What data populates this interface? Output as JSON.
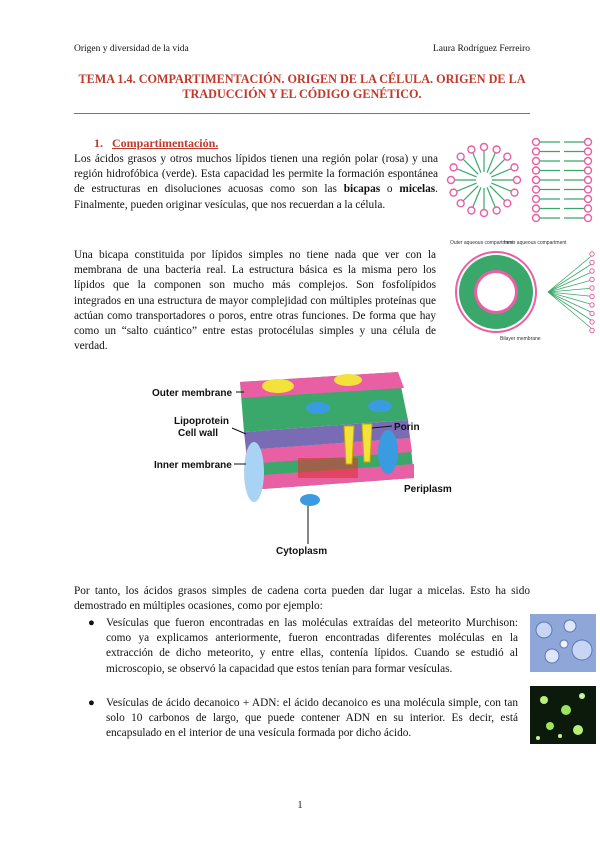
{
  "header": {
    "left": "Origen y diversidad de la vida",
    "right": "Laura Rodríguez Ferreiro"
  },
  "title": "TEMA 1.4. COMPARTIMENTACIÓN. ORIGEN DE LA CÉLULA. ORIGEN DE LA TRADUCCIÓN Y EL CÓDIGO GENÉTICO.",
  "section": {
    "number": "1.",
    "label": "Compartimentación."
  },
  "para1": {
    "before": "Los ácidos grasos y otros muchos lípidos tienen una región polar (rosa) y una región hidrofóbica (verde). Esta capacidad les permite la formación espontánea de estructuras en disoluciones acuosas como son las ",
    "bold1": "bicapas",
    "mid": " o ",
    "bold2": "micelas",
    "after": ". Finalmente, pueden originar vesículas, que nos recuerdan a la célula."
  },
  "para2": "Una bicapa constituida por lípidos simples no tiene nada que ver con la membrana de una bacteria real. La estructura básica es la misma pero los lípidos que la componen son mucho más complejos. Son fosfolípidos integrados en una estructura de mayor complejidad con múltiples proteínas que actúan como transportadores o poros, entre otras funciones. De forma que hay como un “salto cuántico” entre estas protocélulas simples y una célula de verdad.",
  "vesicle_fig": {
    "outer": "Outer aqueous compartment",
    "inner": "Inner aqueous compartment",
    "bilayer": "Bilayer membrane"
  },
  "membrane_fig": {
    "outer_membrane": "Outer membrane",
    "lipoprotein": "Lipoprotein",
    "cell_wall": "Cell wall",
    "inner_membrane": "Inner membrane",
    "porin": "Porin",
    "periplasm": "Periplasm",
    "cytoplasm": "Cytoplasm"
  },
  "para3": "Por tanto, los ácidos grasos simples de cadena corta pueden dar lugar a micelas. Esto ha sido demostrado en múltiples ocasiones, como por ejemplo:",
  "bullets": [
    {
      "dot": "●",
      "text": "Vesículas que fueron encontradas en las moléculas extraídas del meteorito Murchison: como ya explicamos anteriormente, fueron encontradas diferentes moléculas en la extracción de dicho meteorito, y entre ellas, contenía lípidos. Cuando se estudió al microscopio, se observó la capacidad que estos tenían para formar vesículas."
    },
    {
      "dot": "●",
      "text": "Vesículas de ácido decanoico + ADN: el ácido decanoico es una molécula simple, con tan solo 10 carbonos de largo, que puede contener ADN en su interior. Es decir, está encapsulado en el interior de una vesícula formada por dicho ácido."
    }
  ],
  "page_number": "1",
  "colors": {
    "title": "#c0392b",
    "polar_head": "#e85fa4",
    "tail": "#3aa86b"
  }
}
